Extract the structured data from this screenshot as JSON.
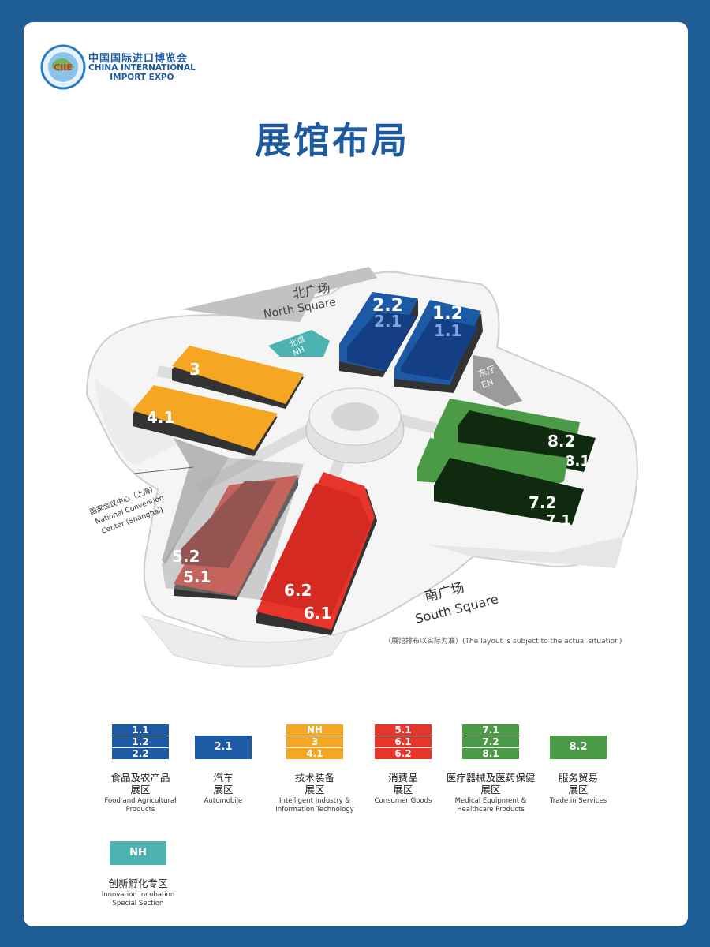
{
  "logo": {
    "acronym": "CIIE",
    "name_cn": "中国国际进口博览会",
    "name_en_line1": "CHINA INTERNATIONAL",
    "name_en_line2": "IMPORT EXPO"
  },
  "title": "展馆布局",
  "map": {
    "north_square_cn": "北广场",
    "north_square_en": "North Square",
    "south_square_cn": "南广场",
    "south_square_en": "South Square",
    "nh_cn": "北馆",
    "nh_en": "NH",
    "eh_cn": "东厅",
    "eh_en": "EH",
    "ncc_cn": "国家会议中心（上海）",
    "ncc_en1": "National Convention",
    "ncc_en2": "Center (Shanghai)",
    "halls": {
      "h22": "2.2",
      "h21": "2.1",
      "h12": "1.2",
      "h11": "1.1",
      "h3": "3",
      "h41": "4.1",
      "h82": "8.2",
      "h81": "8.1",
      "h72": "7.2",
      "h71": "7.1",
      "h52": "5.2",
      "h51": "5.1",
      "h62": "6.2",
      "h61": "6.1"
    },
    "colors": {
      "blue": "#1c5aa6",
      "orange": "#f5a623",
      "red": "#e8352b",
      "green": "#4a9a46",
      "teal": "#4db3b0",
      "gray": "#9b9b9b"
    }
  },
  "disclaimer": "（展馆排布以实际为准）(The layout is subject to the actual situation)",
  "legend": [
    {
      "badges": [
        "1.1",
        "1.2",
        "2.2"
      ],
      "color": "#1c5aa6",
      "cn1": "食品及农产品",
      "cn2": "展区",
      "en1": "Food and Agricultural",
      "en2": "Products"
    },
    {
      "badges": [
        "2.1"
      ],
      "color": "#1c5aa6",
      "cn1": "汽车",
      "cn2": "展区",
      "en1": "Automobile",
      "en2": ""
    },
    {
      "badges": [
        "NH",
        "3",
        "4.1"
      ],
      "color": "#f5a623",
      "cn1": "技术装备",
      "cn2": "展区",
      "en1": "Intelligent Industry &",
      "en2": "Information Technology"
    },
    {
      "badges": [
        "5.1",
        "6.1",
        "6.2"
      ],
      "color": "#e8352b",
      "cn1": "消费品",
      "cn2": "展区",
      "en1": "Consumer Goods",
      "en2": ""
    },
    {
      "badges": [
        "7.1",
        "7.2",
        "8.1"
      ],
      "color": "#4a9a46",
      "cn1": "医疗器械及医药保健",
      "cn2": "展区",
      "en1": "Medical Equipment &",
      "en2": "Healthcare Products"
    },
    {
      "badges": [
        "8.2"
      ],
      "color": "#4a9a46",
      "cn1": "服务贸易",
      "cn2": "展区",
      "en1": "Trade in Services",
      "en2": ""
    },
    {
      "badges": [
        "NH"
      ],
      "color": "#4db3b0",
      "cn1": "创新孵化专区",
      "cn2": "",
      "en1": "Innovation Incubation",
      "en2": "Special Section"
    }
  ]
}
